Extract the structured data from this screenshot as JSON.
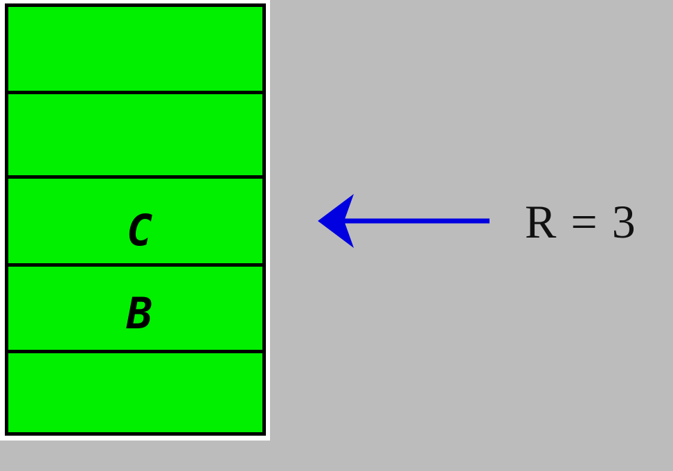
{
  "stack": {
    "cells": [
      {
        "label": ""
      },
      {
        "label": ""
      },
      {
        "label": "C"
      },
      {
        "label": "B"
      },
      {
        "label": ""
      }
    ]
  },
  "pointer": {
    "label": "R = 3",
    "color": "#0000e0"
  },
  "colors": {
    "cell_fill": "#00f000",
    "background": "#bcbcbc",
    "border": "#000000"
  }
}
